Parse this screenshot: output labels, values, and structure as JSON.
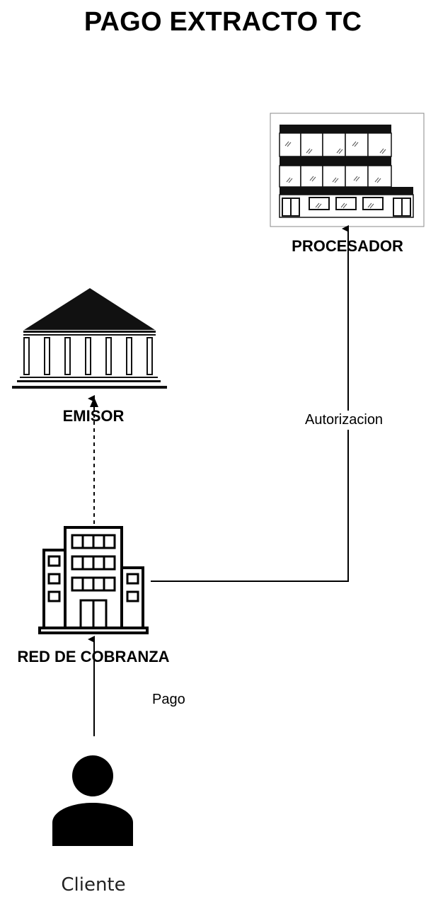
{
  "title": "PAGO EXTRACTO TC",
  "nodes": {
    "procesador": {
      "label": "PROCESADOR",
      "icon": "office-building-icon"
    },
    "emisor": {
      "label": "EMISOR",
      "icon": "bank-icon"
    },
    "red_cobranza": {
      "label": "RED DE COBRANZA",
      "icon": "city-building-icon"
    },
    "cliente": {
      "label": "Cliente",
      "icon": "user-icon"
    }
  },
  "edges": {
    "pago": {
      "label": "Pago",
      "from": "cliente",
      "to": "red_cobranza",
      "style": "solid"
    },
    "autorizacion": {
      "label": "Autorizacion",
      "from": "red_cobranza",
      "to": "procesador",
      "style": "solid"
    },
    "emisor_link": {
      "label": "",
      "from": "red_cobranza",
      "to": "emisor",
      "style": "dashed"
    }
  }
}
